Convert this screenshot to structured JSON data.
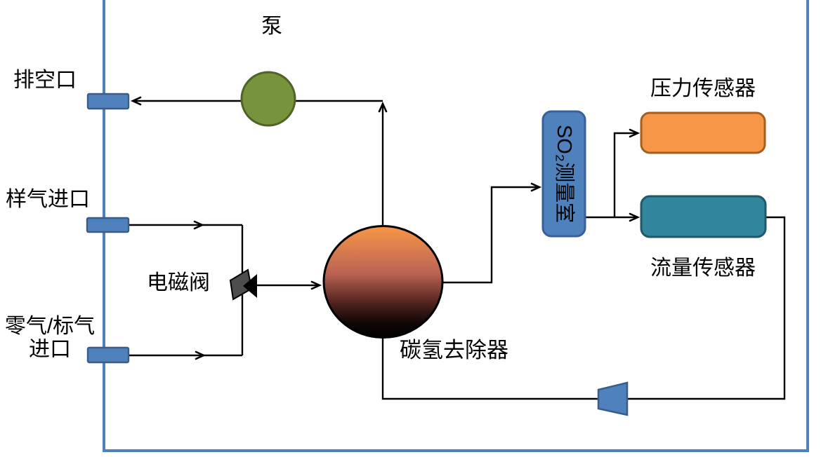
{
  "labels": {
    "pump": "泵",
    "exhaust_port": "排空口",
    "sample_inlet": "样气进口",
    "zero_gas_line1": "零气/标气",
    "zero_gas_line2": "进口",
    "solenoid_valve": "电磁阀",
    "hydrocarbon_remover": "碳氢去除器",
    "so2_chamber": "SO₂测量室",
    "pressure_sensor": "压力传感器",
    "flow_sensor": "流量传感器"
  },
  "colors": {
    "frame": "#4F81BD",
    "pipe": "#000000",
    "label_text": "#000000",
    "port_fill": "#4F81BD",
    "port_stroke": "#385D8A",
    "pump_fill": "#77933C",
    "pump_stroke": "#4F6228",
    "valve_fill": "#4D4D4D",
    "valve_stroke": "#000000",
    "valve_arrow": "#000000",
    "sphere_top": "#F79646",
    "sphere_mid": "#BC6454",
    "sphere_low": "#55251F",
    "sphere_deep": "#120807",
    "sphere_bottom": "#000000",
    "sphere_stroke": "#000000",
    "chamber_fill": "#4F81BD",
    "chamber_stroke": "#38609A",
    "pressure_fill": "#F79646",
    "pressure_stroke": "#A65E1E",
    "flow_fill": "#31859C",
    "flow_stroke": "#215968",
    "restrictor_fill": "#4F81BD",
    "restrictor_stroke": "#385D8A"
  }
}
